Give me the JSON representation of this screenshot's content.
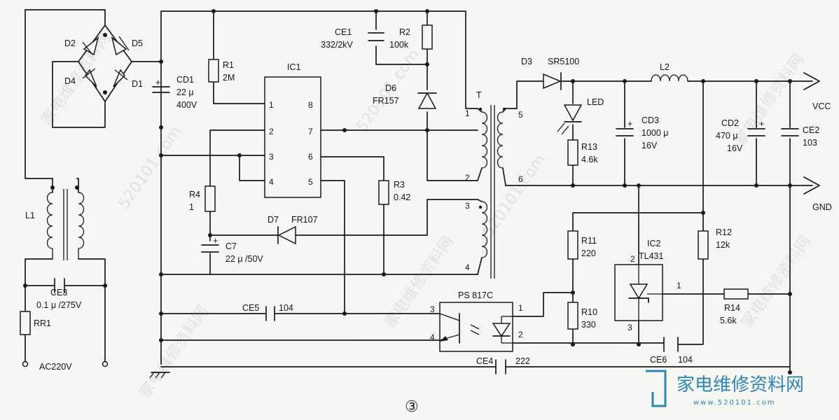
{
  "labels": {
    "D2": "D2",
    "D4": "D4",
    "D5": "D5",
    "D1": "D1",
    "CD1": "CD1",
    "CD1_val1": "22 μ",
    "CD1_val2": "400V",
    "R1": "R1",
    "R1_val": "2M",
    "IC1": "IC1",
    "CE1": "CE1",
    "CE1_val": "332/2kV",
    "R2": "R2",
    "R2_val": "100k",
    "D6": "D6",
    "D6_val": "FR157",
    "T": "T",
    "D3": "D3",
    "D3_val": "SR5100",
    "L2": "L2",
    "LED": "LED",
    "CD3": "CD3",
    "CD3_val1": "1000 μ",
    "CD3_val2": "16V",
    "R13": "R13",
    "R13_val": "4.6k",
    "CD2": "CD2",
    "CD2_val1": "470 μ",
    "CD2_val2": "16V",
    "CE2": "CE2",
    "CE2_val": "103",
    "VCC": "VCC",
    "GND": "GND",
    "L1": "L1",
    "R4": "R4",
    "R4_val": "1",
    "D7": "D7",
    "D7_val": "FR107",
    "C7": "C7",
    "C7_val": "22 μ /50V",
    "R3": "R3",
    "R3_val": "0.42",
    "R11": "R11",
    "R11_val": "220",
    "IC2": "IC2",
    "IC2_val": "TL431",
    "R12": "R12",
    "R12_val": "12k",
    "CE3": "CE3",
    "CE3_val": "0.1 μ /275V",
    "RR1": "RR1",
    "CE5": "CE5",
    "CE5_val": "104",
    "PS": "PS 817C",
    "R10": "R10",
    "R10_val": "330",
    "R14": "R14",
    "R14_val": "5.6k",
    "AC": "AC220V",
    "CE4": "CE4",
    "CE4_val": "222",
    "CE6": "CE6",
    "CE6_val": "104",
    "figure": "③"
  },
  "pins": {
    "ic1_1": "1",
    "ic1_2": "2",
    "ic1_3": "3",
    "ic1_4": "4",
    "ic1_5": "5",
    "ic1_6": "6",
    "ic1_7": "7",
    "ic1_8": "8",
    "t1": "1",
    "t2": "2",
    "t3": "3",
    "t4": "4",
    "t5": "5",
    "t6": "6",
    "ps1": "1",
    "ps2": "2",
    "ps3": "3",
    "ps4": "4",
    "ic2_1": "1",
    "ic2_2": "2",
    "ic2_3": "3"
  },
  "watermark": {
    "cn": "家电维修资料网",
    "url": "520101.com",
    "logo_cn": "家电维修资料网",
    "logo_url": "www.520101.com"
  },
  "colors": {
    "ink": "#1a1a1a",
    "paper": "#f6f6f3",
    "logo": "#2f86b5"
  }
}
